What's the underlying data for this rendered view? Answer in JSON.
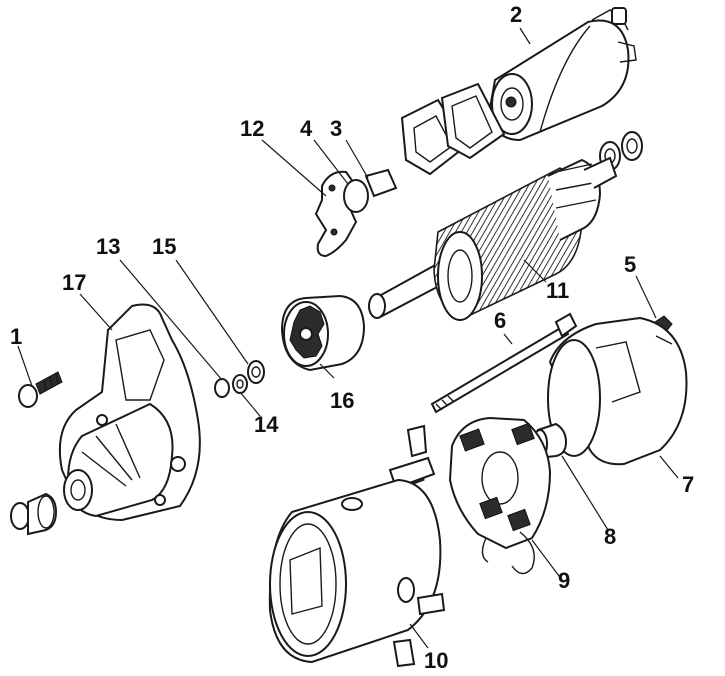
{
  "diagram": {
    "callouts": [
      {
        "id": "c1",
        "label": "1"
      },
      {
        "id": "c2",
        "label": "2"
      },
      {
        "id": "c3",
        "label": "3"
      },
      {
        "id": "c4",
        "label": "4"
      },
      {
        "id": "c5",
        "label": "5"
      },
      {
        "id": "c6",
        "label": "6"
      },
      {
        "id": "c7",
        "label": "7"
      },
      {
        "id": "c8",
        "label": "8"
      },
      {
        "id": "c9",
        "label": "9"
      },
      {
        "id": "c10",
        "label": "10"
      },
      {
        "id": "c11",
        "label": "11"
      },
      {
        "id": "c12",
        "label": "12"
      },
      {
        "id": "c13",
        "label": "13"
      },
      {
        "id": "c14",
        "label": "14"
      },
      {
        "id": "c15",
        "label": "15"
      },
      {
        "id": "c16",
        "label": "16"
      },
      {
        "id": "c17",
        "label": "17"
      }
    ],
    "colors": {
      "ink": "#1a1a1a",
      "paper": "#ffffff"
    }
  }
}
